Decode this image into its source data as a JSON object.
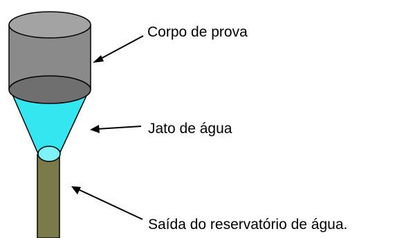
{
  "labels": {
    "specimen": "Corpo de prova",
    "water_jet": "Jato de água",
    "reservoir_outlet": "Saída do reservatório de água."
  },
  "colors": {
    "specimen_fill": "#8a8a8a",
    "specimen_top": "#a3a3a3",
    "specimen_bottom": "#6f6f6f",
    "water_jet": "#33e6f0",
    "pipe": "#7b7a4a",
    "outline": "#000000"
  }
}
